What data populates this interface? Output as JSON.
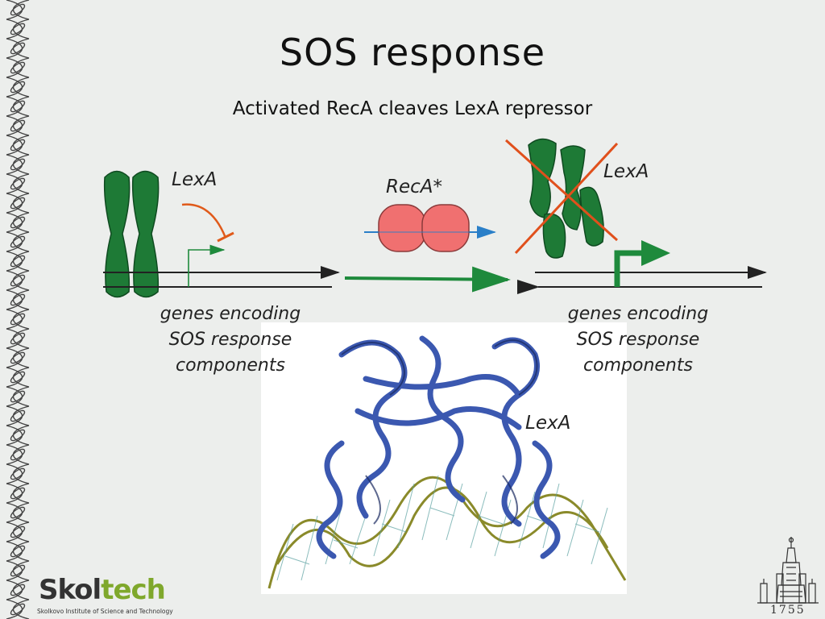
{
  "slide": {
    "title": "SOS response",
    "subtitle": "Activated RecA cleaves LexA repressor"
  },
  "diagram": {
    "left_label_lexa": "LexA",
    "reca_label": "RecA*",
    "right_label_lexa": "LexA",
    "left_genes": [
      "genes encoding",
      "SOS response",
      "components"
    ],
    "right_genes": [
      "genes encoding",
      "SOS response",
      "components"
    ],
    "structure_label": "LexA"
  },
  "logo": {
    "main_part1": "Skol",
    "main_part2": "tech",
    "sub": "Skolkovo Institute of Science and Technology"
  },
  "emblem": {
    "year": "1755"
  },
  "colors": {
    "lexa_green": "#1e7a36",
    "reca_fill": "#f07070",
    "inhibit_orange": "#e05a1a",
    "arrow_green": "#1e8a3c",
    "protein_blue": "#3b58b0",
    "dna_olive": "#9a9a3a",
    "cross_orange": "#e0501c"
  }
}
